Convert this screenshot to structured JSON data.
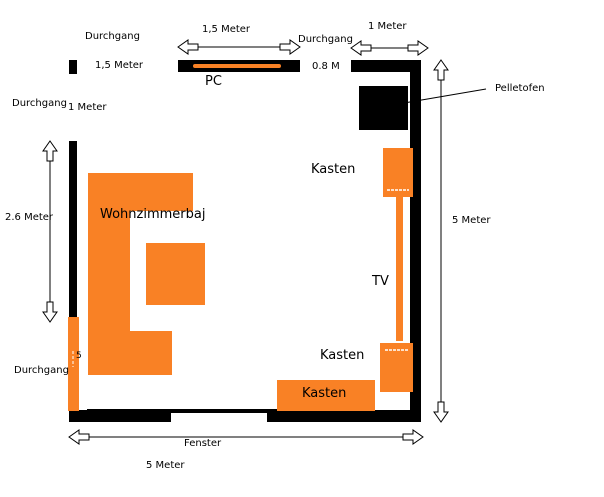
{
  "labels": {
    "passage_top_left": "Durchgang",
    "width_top_left": "1,5 Meter",
    "width_pc": "1,5 Meter",
    "passage_top_middle": "Durchgang",
    "width_passage_middle": "0.8 M",
    "width_top_right": "1 Meter",
    "stove": "Pelletofen",
    "pc": "PC",
    "passage_left_upper": "Durchgang",
    "width_left_upper": "1 Meter",
    "cabinet_top_right": "Kasten",
    "height_right": "5 Meter",
    "sofa": "Wohnzimmerbaj",
    "height_left": "2.6 Meter",
    "tv": "TV",
    "cabinet_bottom_right": "Kasten",
    "cabinet_bottom": "Kasten",
    "passage_left_lower": "Durchgang",
    "door_mark": "5",
    "window": "Fenster",
    "width_bottom": "5 Meter"
  },
  "colors": {
    "wall": "#000000",
    "furniture": "#F98125",
    "background": "#FFFFFF"
  }
}
